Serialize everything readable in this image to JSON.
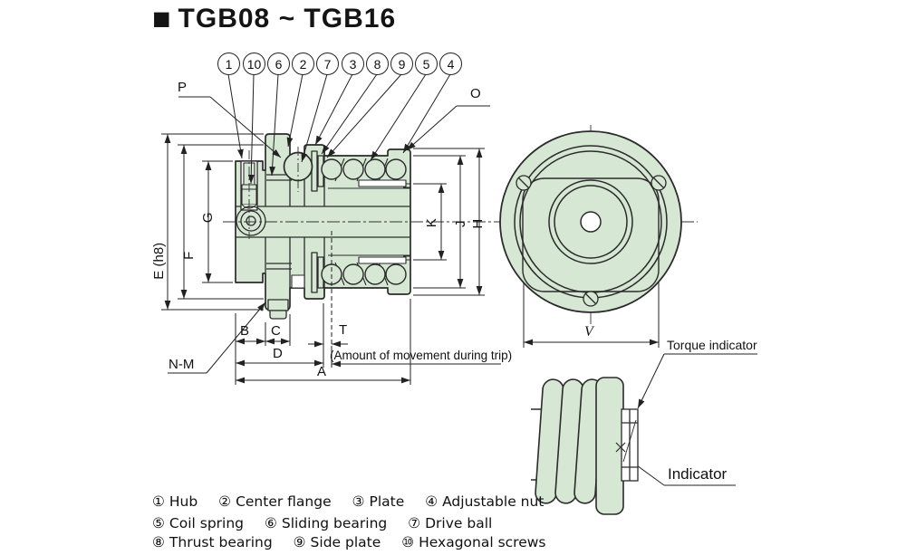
{
  "title": {
    "marker": "■",
    "text": "TGB08 ~ TGB16"
  },
  "callouts": [
    "1",
    "10",
    "6",
    "2",
    "7",
    "3",
    "8",
    "9",
    "5",
    "4"
  ],
  "dims": {
    "p": "P",
    "o": "O",
    "nm": "N-M",
    "e": "E (h8)",
    "f": "F",
    "g": "G",
    "k": "K",
    "j": "J",
    "h": "H",
    "b": "B",
    "c": "C",
    "t": "T",
    "d": "D",
    "a": "A",
    "v": "V",
    "trip_note": "(Amount of movement during trip)"
  },
  "details": {
    "torque_indicator": "Torque indicator",
    "indicator": "Indicator"
  },
  "legend": [
    {
      "num": "①",
      "label": "Hub"
    },
    {
      "num": "②",
      "label": "Center flange"
    },
    {
      "num": "③",
      "label": "Plate"
    },
    {
      "num": "④",
      "label": "Adjustable nut"
    },
    {
      "num": "⑤",
      "label": "Coil spring"
    },
    {
      "num": "⑥",
      "label": "Sliding bearing"
    },
    {
      "num": "⑦",
      "label": "Drive ball"
    },
    {
      "num": "⑧",
      "label": "Thrust bearing"
    },
    {
      "num": "⑨",
      "label": "Side plate"
    },
    {
      "num": "⑩",
      "label": "Hexagonal screws"
    }
  ],
  "colors": {
    "body_fill": "#d6e8d4",
    "outline": "#2b2b2b",
    "text": "#111111"
  }
}
